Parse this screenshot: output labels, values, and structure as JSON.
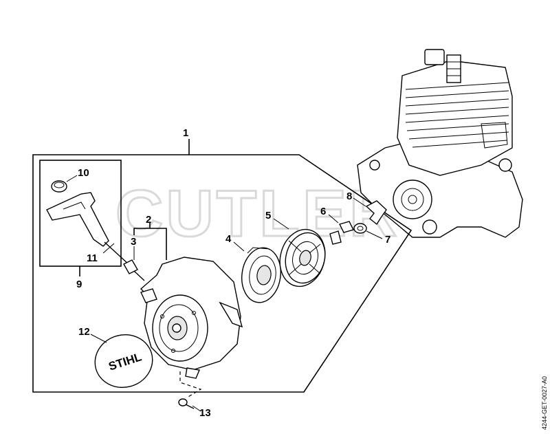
{
  "watermark": "CUTLERS",
  "doc_id": "4244-GET-0027-A0",
  "logo_text": "STIHL",
  "callouts": [
    {
      "n": "1"
    },
    {
      "n": "2"
    },
    {
      "n": "3"
    },
    {
      "n": "4"
    },
    {
      "n": "5"
    },
    {
      "n": "6"
    },
    {
      "n": "7"
    },
    {
      "n": "8"
    },
    {
      "n": "9"
    },
    {
      "n": "10"
    },
    {
      "n": "11"
    },
    {
      "n": "12"
    },
    {
      "n": "13"
    }
  ]
}
